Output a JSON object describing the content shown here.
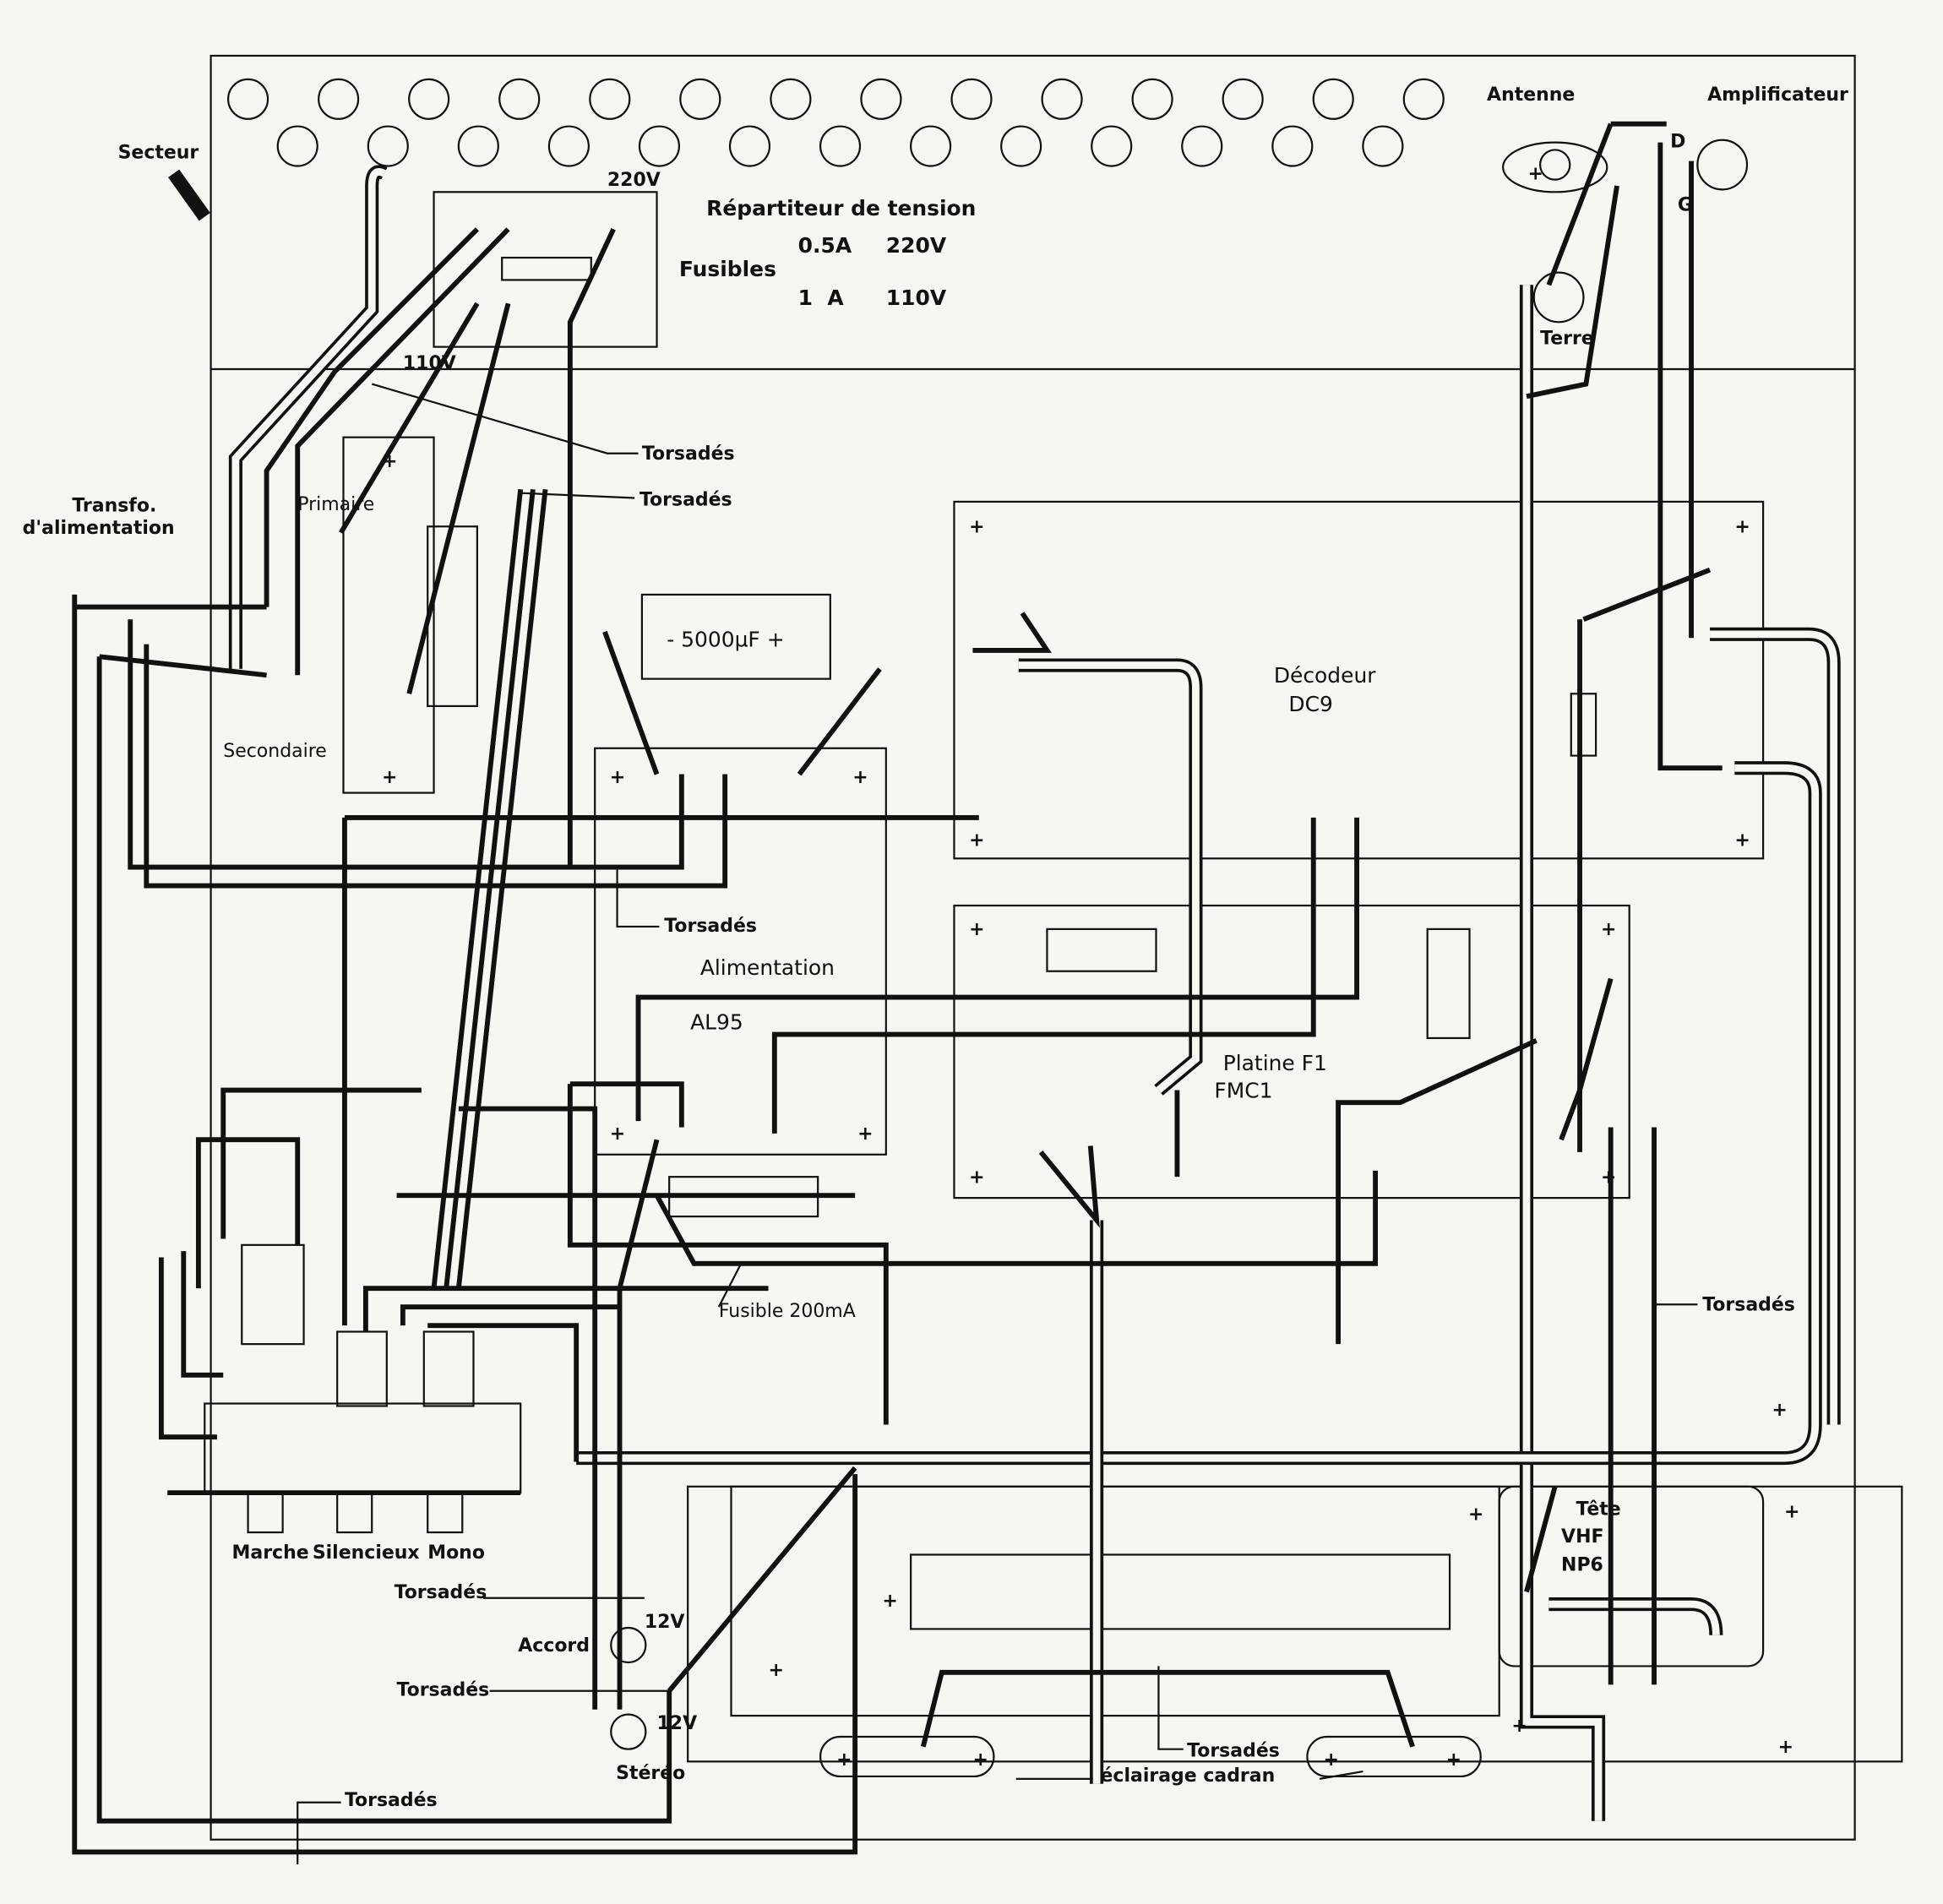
{
  "labels": {
    "secteur": "Secteur",
    "v220_top": "220V",
    "repartiteur": "Répartiteur de tension",
    "fusibles": "Fusibles",
    "fuse1_a": "0.5A",
    "fuse1_v": "220V",
    "fuse2_a": "1  A",
    "fuse2_v": "110V",
    "v110": "110V",
    "antenne": "Antenne",
    "amplificateur": "Amplificateur",
    "d": "D",
    "g": "G",
    "terre": "Terre",
    "transfo_1": "Transfo.",
    "transfo_2": "d'alimentation",
    "primaire": "Primaire",
    "secondaire": "Secondaire",
    "capacitor": "- 5000µF +",
    "decodeur": "Décodeur",
    "dc9": "DC9",
    "alimentation": "Alimentation",
    "al95": "AL95",
    "fusible_200": "Fusible 200mA",
    "platine": "Platine F1",
    "fmc1": "FMC1",
    "tete": "Tête",
    "vhf": "VHF",
    "np6": "NP6",
    "marche": "Marche",
    "silencieux": "Silencieux",
    "mono": "Mono",
    "accord": "Accord",
    "v12_a": "12V",
    "v12_b": "12V",
    "stereo": "Stéréo",
    "eclairage": "éclairage cadran",
    "torsades": [
      "Torsadés",
      "Torsadés",
      "Torsadés",
      "Torsadés",
      "Torsadés",
      "Torsadés",
      "Torsadés",
      "Torsadés"
    ]
  }
}
